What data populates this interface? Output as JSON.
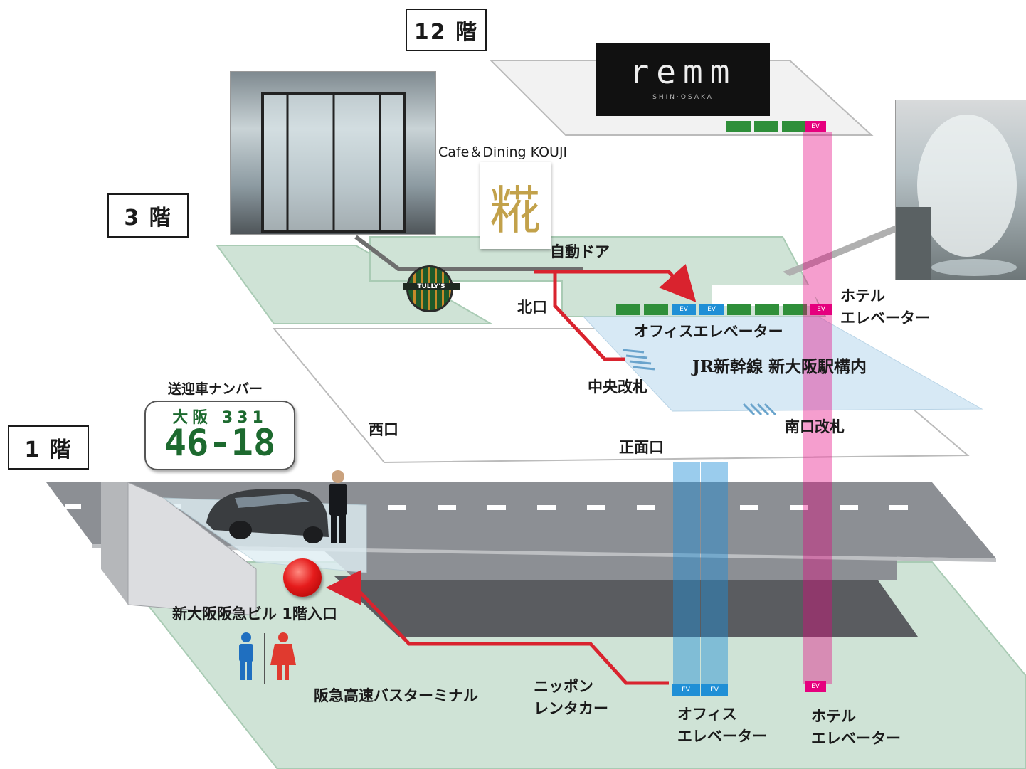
{
  "floors": {
    "f12": "12 階",
    "f3": "3 階",
    "f1": "1 階"
  },
  "brands": {
    "remm": "remm",
    "remm_sub": "SHIN·OSAKA",
    "cafe": "Cafe＆Dining KOUJI",
    "kouji_logo": "糀",
    "tullys": "TULLY'S"
  },
  "plate": {
    "caption": "送迎車ナンバー",
    "region": "大阪 331",
    "number": "46-18"
  },
  "labels": {
    "auto_door": "自動ドア",
    "north_exit": "北口",
    "hotel_elevator_3f_line1": "ホテル",
    "hotel_elevator_3f_line2": "エレベーター",
    "office_elevator_3f": "オフィスエレベーター",
    "jr_station": "JR新幹線 新大阪駅構内",
    "central_gate": "中央改札",
    "west_exit": "西口",
    "south_gate": "南口改札",
    "front_exit": "正面口",
    "entrance_1f": "新大阪阪急ビル 1階入口",
    "bus_terminal": "阪急高速バスターミナル",
    "rental_line1": "ニッポン",
    "rental_line2": "レンタカー",
    "office_elevator_1f_line1": "オフィス",
    "office_elevator_1f_line2": "エレベーター",
    "hotel_elevator_1f_line1": "ホテル",
    "hotel_elevator_1f_line2": "エレベーター"
  },
  "elevator_tag": "EV",
  "colors": {
    "floor_green": "#cfe3d6",
    "floor_green_edge": "#a9cbb4",
    "station_blue": "#d7e9f5",
    "road_gray": "#8c8f94",
    "route_red": "#d9232e",
    "hotel_pink": "#e6007e",
    "office_blue": "#1f8fd6",
    "elevator_green": "#2f8f3a"
  }
}
